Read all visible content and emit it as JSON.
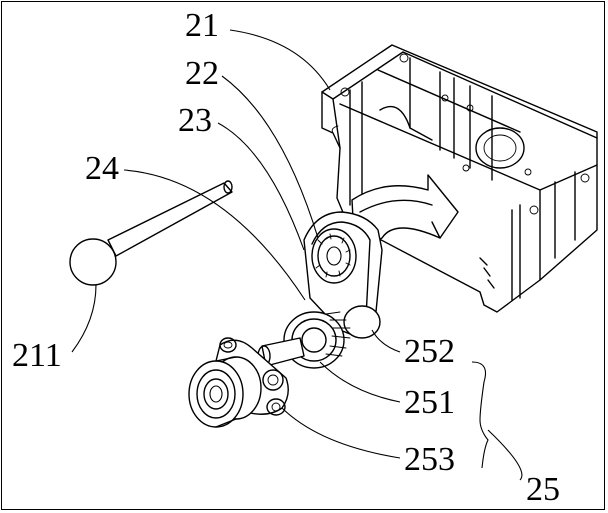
{
  "labels": {
    "l21": "21",
    "l22": "22",
    "l23": "23",
    "l24": "24",
    "l211": "211",
    "l252": "252",
    "l251": "251",
    "l253": "253",
    "l25": "25"
  }
}
